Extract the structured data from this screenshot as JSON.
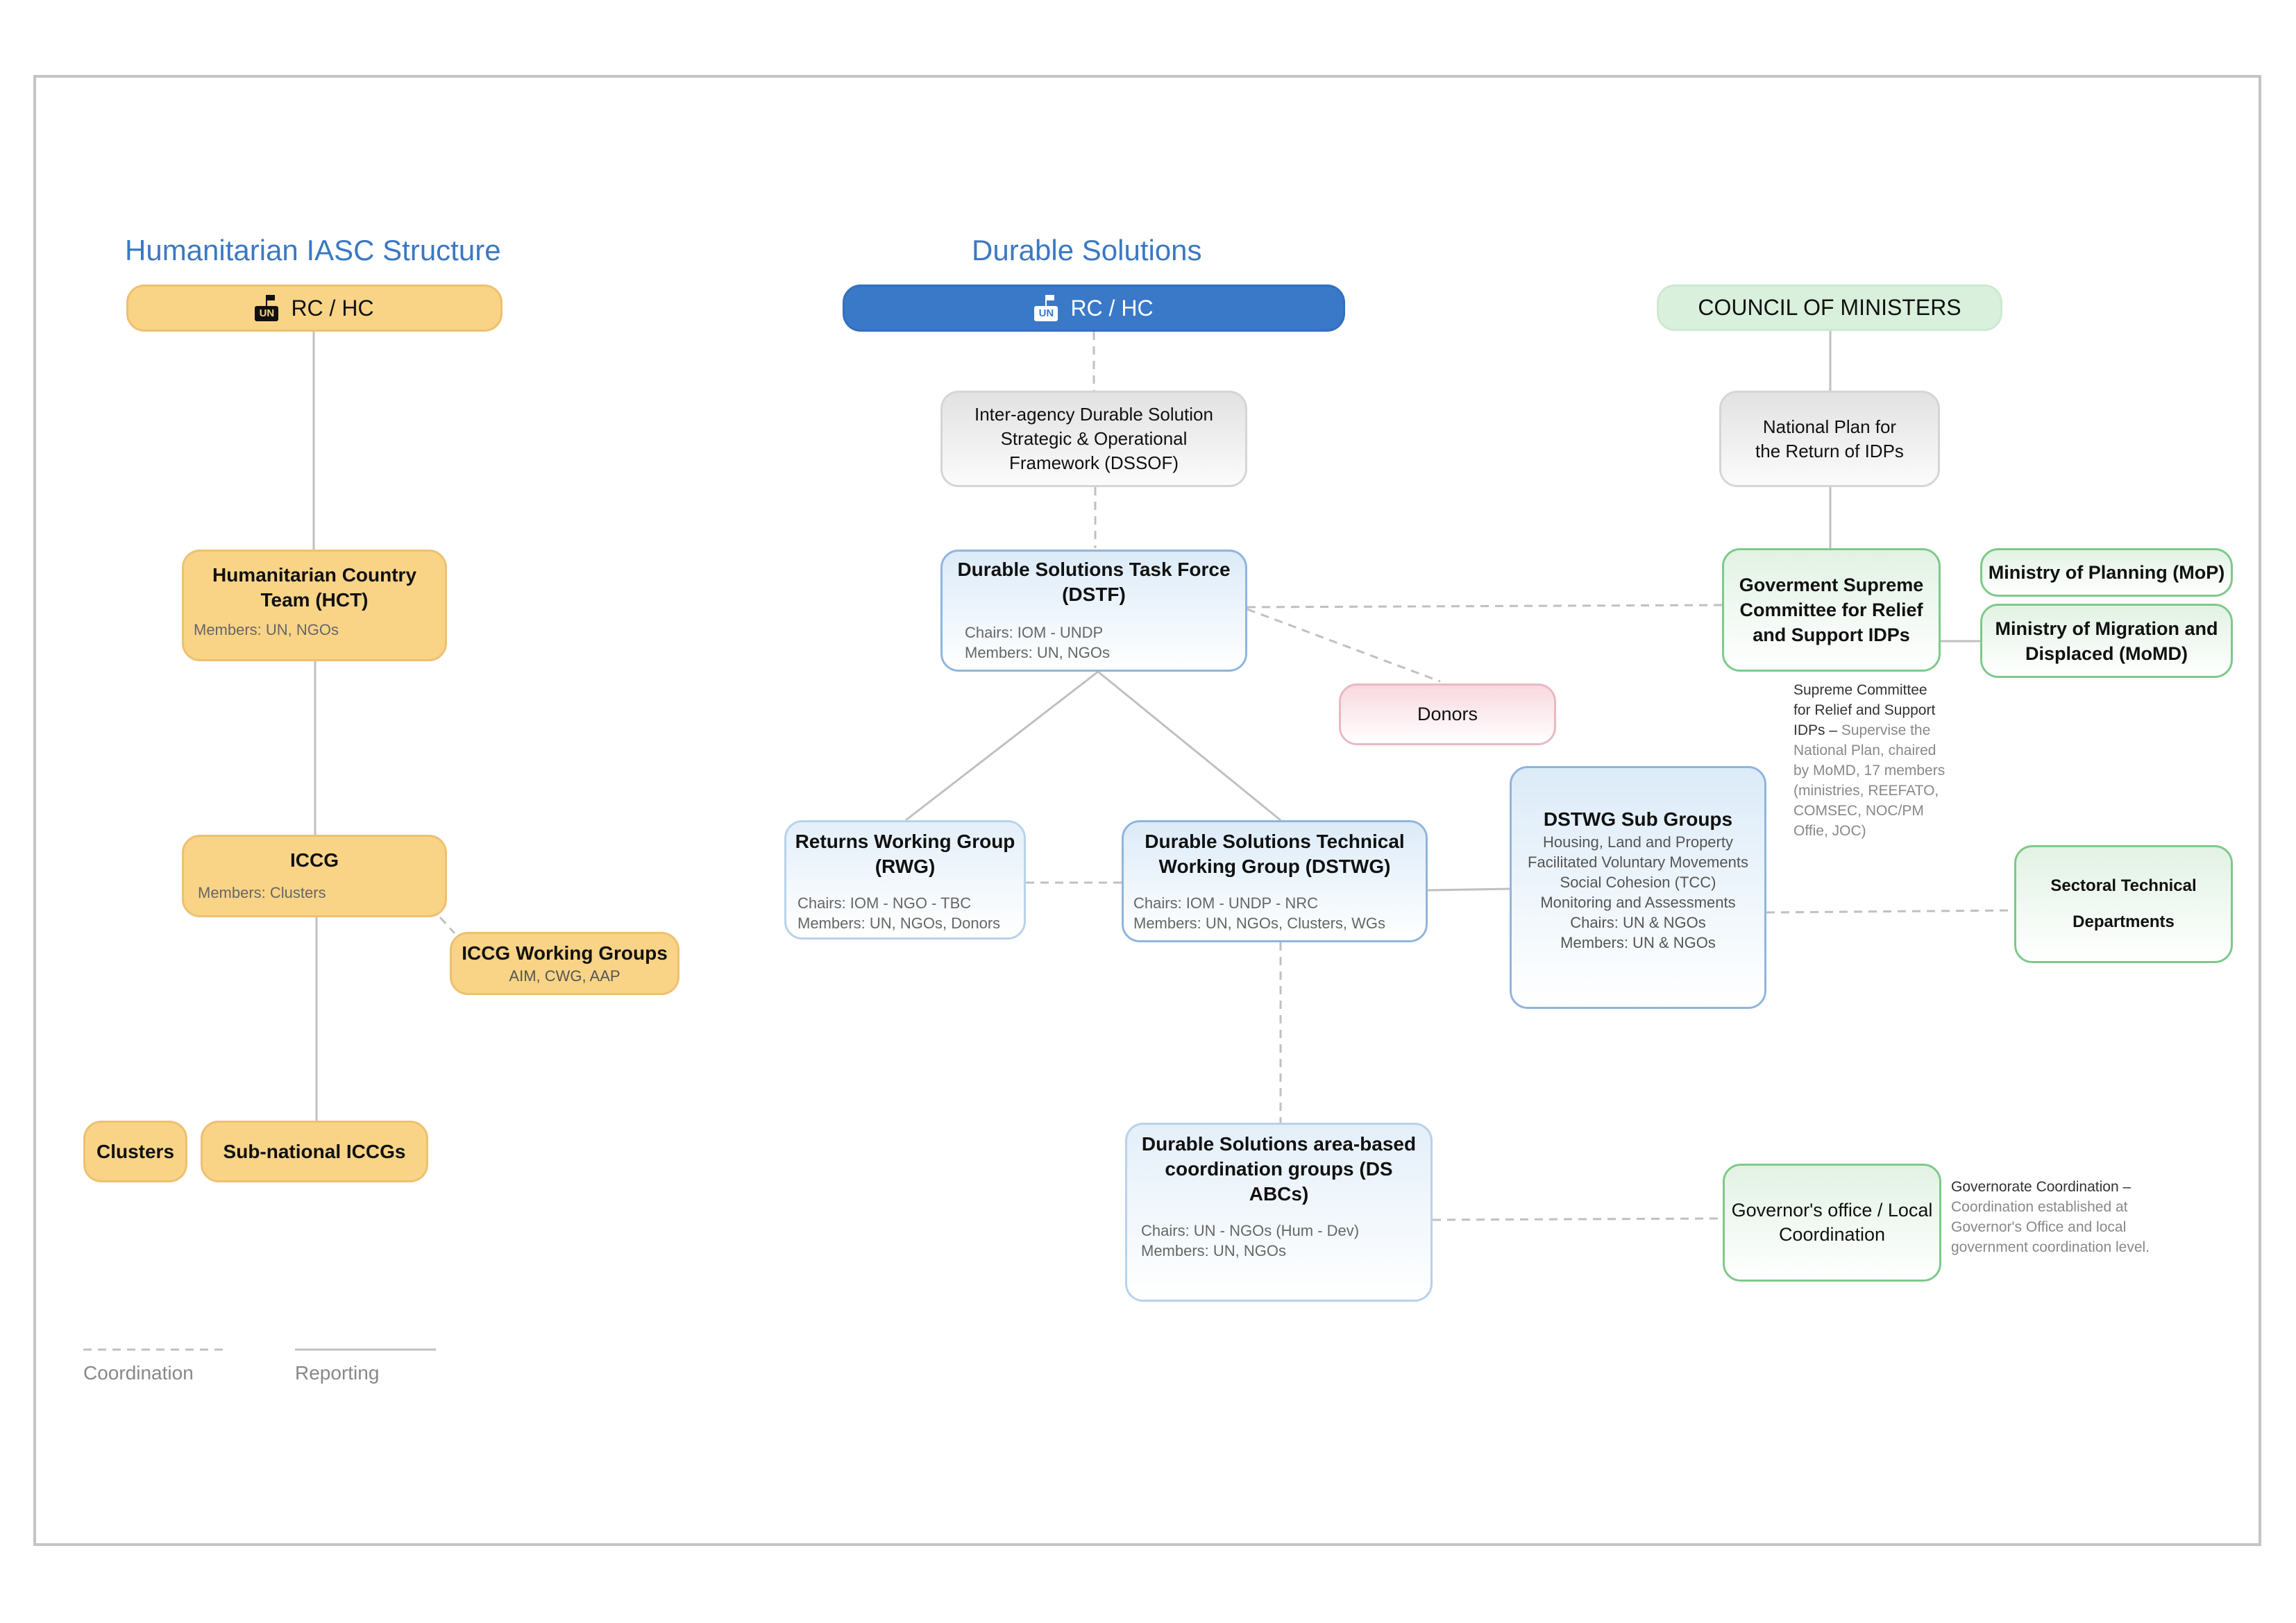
{
  "titles": {
    "left": "Humanitarian IASC Structure",
    "middle": "Durable Solutions"
  },
  "icons": {
    "rc_hc_icon": "un-flag-icon",
    "un_text": "UN"
  },
  "colors": {
    "accent": "#3a79c2",
    "orange": "#f9d487",
    "green_border": "#7ec98a"
  },
  "left": {
    "rc_hc": "RC / HC",
    "hct": {
      "title": "Humanitarian Country Team (HCT)",
      "members": "Members: UN, NGOs"
    },
    "iccg": {
      "title": "ICCG",
      "members": "Members: Clusters"
    },
    "iccg_wg": {
      "title": "ICCG Working Groups",
      "sub": "AIM, CWG, AAP"
    },
    "clusters": "Clusters",
    "subnational": "Sub-national ICCGs"
  },
  "middle": {
    "rc_hc": "RC / HC",
    "dssof": "Inter-agency Durable Solution Strategic & Operational Framework (DSSOF)",
    "dstf": {
      "title": "Durable Solutions Task Force (DSTF)",
      "chairs": "Chairs: IOM - UNDP",
      "members": "Members: UN, NGOs"
    },
    "donors": "Donors",
    "rwg": {
      "title": "Returns Working Group (RWG)",
      "chairs": "Chairs: IOM - NGO - TBC",
      "members": "Members: UN, NGOs, Donors"
    },
    "dstwg": {
      "title": "Durable Solutions Technical Working Group (DSTWG)",
      "chairs": "Chairs: IOM - UNDP - NRC",
      "members": "Members: UN, NGOs, Clusters, WGs"
    },
    "subgroups": {
      "title": "DSTWG Sub Groups",
      "lines": [
        "Housing, Land and Property",
        "Facilitated Voluntary Movements",
        "Social Cohesion (TCC)",
        "Monitoring and Assessments",
        "Chairs: UN & NGOs",
        "Members: UN & NGOs"
      ]
    },
    "abc": {
      "title": "Durable Solutions area-based coordination groups (DS ABCs)",
      "chairs": "Chairs: UN - NGOs (Hum - Dev)",
      "members": "Members: UN, NGOs"
    }
  },
  "right": {
    "council": "COUNCIL OF MINISTERS",
    "national_plan": "National Plan for the Return of IDPs",
    "supreme": "Goverment Supreme Committee for Relief and Support IDPs",
    "mop": "Ministry of Planning (MoP)",
    "momd": "Ministry of Migration and Displaced  (MoMD)",
    "supreme_note": {
      "bold": "Supreme Committee for Relief and Support IDPs –",
      "rest": " Supervise the National Plan, chaired by MoMD, 17 members (ministries, REEFATO, COMSEC, NOC/PM Offie, JOC)"
    },
    "sectoral": "Sectoral Technical Departments",
    "governor": "Governor's office / Local Coordination",
    "governor_note": {
      "bold": "Governorate Coordination –",
      "rest": " Coordination established at Governor's Office and local government coordination level."
    }
  },
  "legend": {
    "coordination": "Coordination",
    "reporting": "Reporting"
  }
}
